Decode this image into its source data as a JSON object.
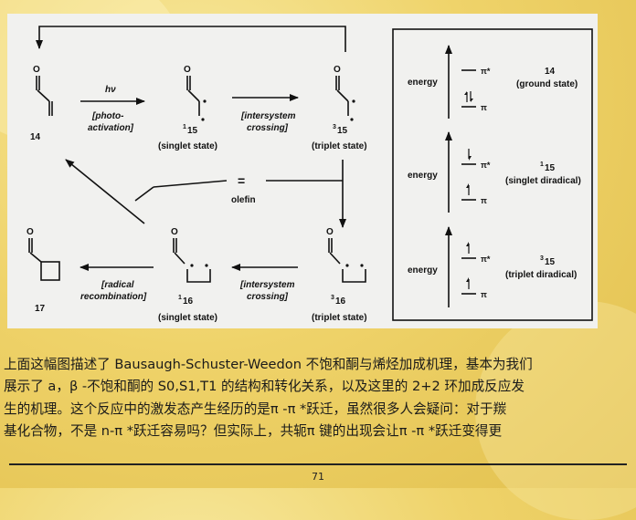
{
  "figure": {
    "molecules": {
      "m14": "14",
      "m1_15": "15",
      "m3_15": "15",
      "m17": "17",
      "m1_16": "16",
      "m3_16": "16",
      "sup1": "1",
      "sup3": "3"
    },
    "states": {
      "singlet_state": "(singlet state)",
      "triplet_state": "(triplet state)"
    },
    "arrows": {
      "hv": "hν",
      "photo_activation_1": "[photo-",
      "photo_activation_2": "activation]",
      "isc_1": "[intersystem",
      "isc_2": "crossing]",
      "radical_1": "[radical",
      "radical_2": "recombination]",
      "olefin": "olefin",
      "equals": "="
    },
    "energy_panels": [
      {
        "axis_label": "energy",
        "title_line1": "14",
        "title_line2": "(ground state)"
      },
      {
        "axis_label": "energy",
        "sup": "1",
        "title_line1": "15",
        "title_line2": "(singlet diradical)"
      },
      {
        "axis_label": "energy",
        "sup": "3",
        "title_line1": "15",
        "title_line2": "(triplet diradical)"
      }
    ],
    "orbitals": {
      "pi": "π",
      "pi_star": "π*"
    },
    "atom_o": "O"
  },
  "caption": {
    "line1": "上面这幅图描述了 Bausaugh-Schuster-Weedon 不饱和酮与烯烃加成机理，基本为我们",
    "line2": "展示了 a，β -不饱和酮的 S0,S1,T1 的结构和转化关系，以及这里的 2+2 环加成反应发",
    "line3": "生的机理。这个反应中的激发态产生经历的是π -π *跃迁，虽然很多人会疑问：对于羰",
    "line4": "基化合物，不是 n-π *跃迁容易吗？但实际上，共轭π 键的出现会让π -π *跃迁变得更"
  },
  "page_number": "71"
}
